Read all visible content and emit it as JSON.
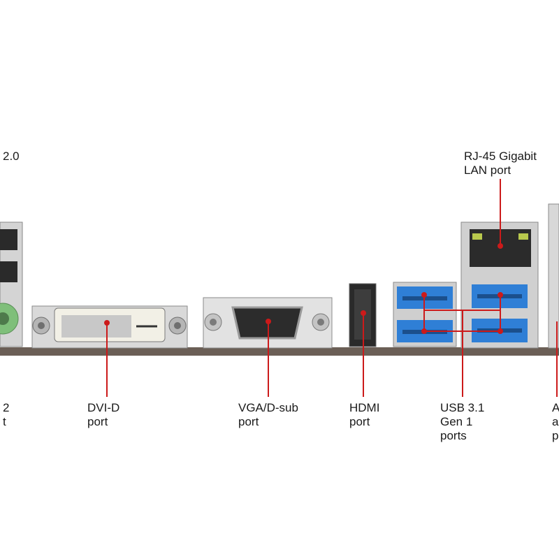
{
  "labels": {
    "usb20_top": "2.0",
    "rj45": [
      "RJ-45 Gigabit",
      "LAN port"
    ],
    "ps2_partial": [
      "2",
      "t"
    ],
    "dvi": [
      "DVI-D",
      "port"
    ],
    "vga": [
      "VGA/D-sub",
      "port"
    ],
    "hdmi": [
      "HDMI",
      "port"
    ],
    "usb31": [
      "USB 3.1",
      "Gen 1",
      "ports"
    ],
    "audio_partial": [
      "A",
      "a",
      "p"
    ]
  },
  "colors": {
    "leader": "#cc1a1a",
    "board": "#6b5f56",
    "usb3_blue": "#2f7fd6",
    "ps2_green": "#7fbf7a",
    "metal": "#d6d6d6",
    "dvi_white": "#f2f0e6"
  }
}
